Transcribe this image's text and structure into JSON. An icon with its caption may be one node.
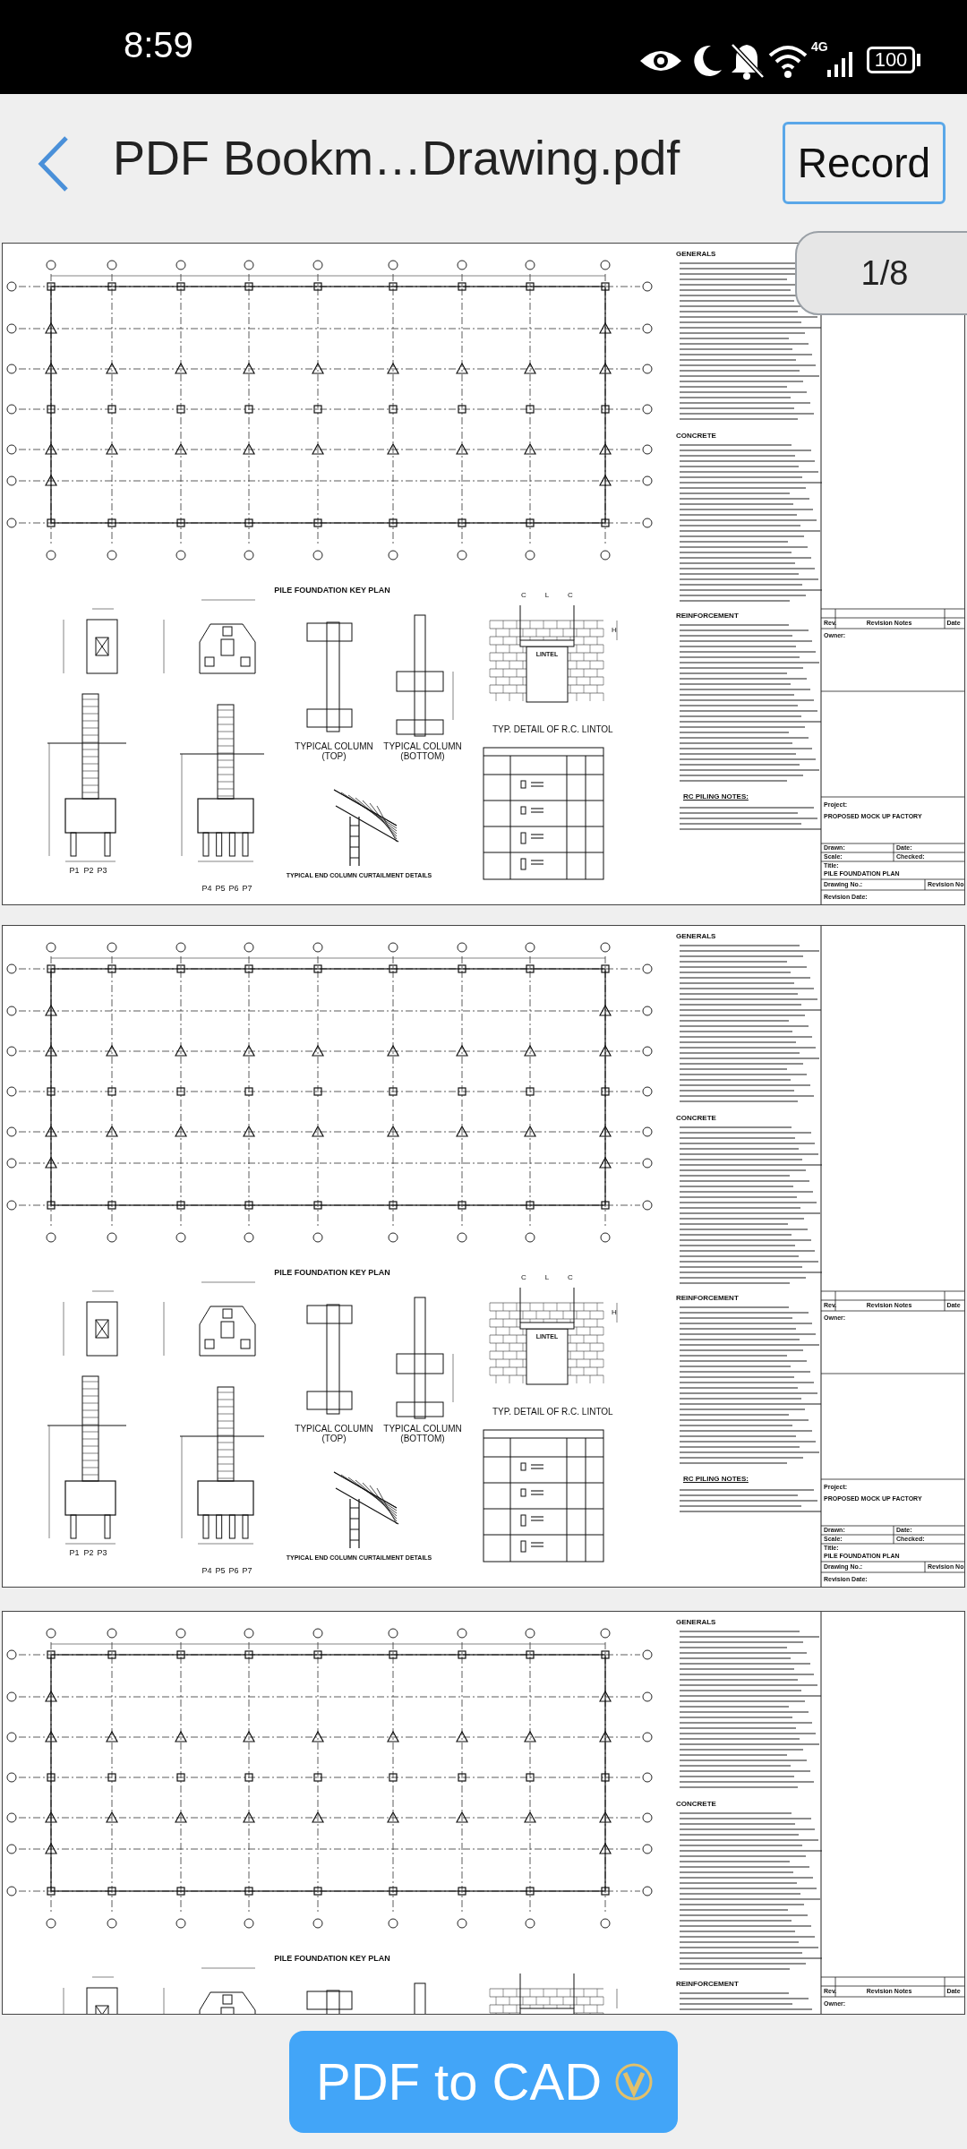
{
  "diagram": {
    "title": "PDF Bookm…Drawing.pdf",
    "labels": [
      "8:59",
      "4G",
      "100",
      "Record",
      "1/8",
      "PDF to CAD",
      "PILE FOUNDATION KEY PLAN",
      "GENERALS",
      "CONCRETE",
      "REINFORCEMENT",
      "Rev.",
      "Revision Notes",
      "Date",
      "Owner:",
      "RC PILING NOTES:",
      "C",
      "L",
      "C",
      "H",
      "LINTEL",
      "TYPICAL COLUMN (TOP)",
      "TYPICAL COLUMN (BOTTOM)",
      "TYP. DETAIL OF R.C. LINTOL",
      "TYPICAL END COLUMN CURTAILMENT DETAILS",
      "P1",
      "P2",
      "P3",
      "P4",
      "P5",
      "P6",
      "P7",
      "Project:",
      "PROPOSED MOCK UP FACTORY",
      "Drawn:",
      "Date:",
      "Scale:",
      "Checked:",
      "Title:",
      "PILE FOUNDATION PLAN",
      "Drawing No.:",
      "Revision No.",
      "Revision Date:",
      "PILE FOUNDATION KEY PLAN",
      "GENERALS",
      "CONCRETE",
      "REINFORCEMENT",
      "Rev.",
      "Revision Notes",
      "Date",
      "Owner:",
      "RC PILING NOTES:",
      "C",
      "L",
      "C",
      "H",
      "LINTEL",
      "TYPICAL COLUMN (TOP)",
      "TYPICAL COLUMN (BOTTOM)",
      "TYP. DETAIL OF R.C. LINTOL",
      "TYPICAL END COLUMN CURTAILMENT DETAILS",
      "P1",
      "P2",
      "P3",
      "P4",
      "P5",
      "P6",
      "P7",
      "Project:",
      "PROPOSED MOCK UP FACTORY",
      "Drawn:",
      "Date:",
      "Scale:",
      "Checked:",
      "Title:",
      "PILE FOUNDATION PLAN",
      "Drawing No.:",
      "Revision No.",
      "Revision Date:",
      "PILE FOUNDATION KEY PLAN",
      "GENERALS",
      "CONCRETE",
      "REINFORCEMENT",
      "Rev.",
      "Revision Notes",
      "Date",
      "Owner:"
    ]
  }
}
